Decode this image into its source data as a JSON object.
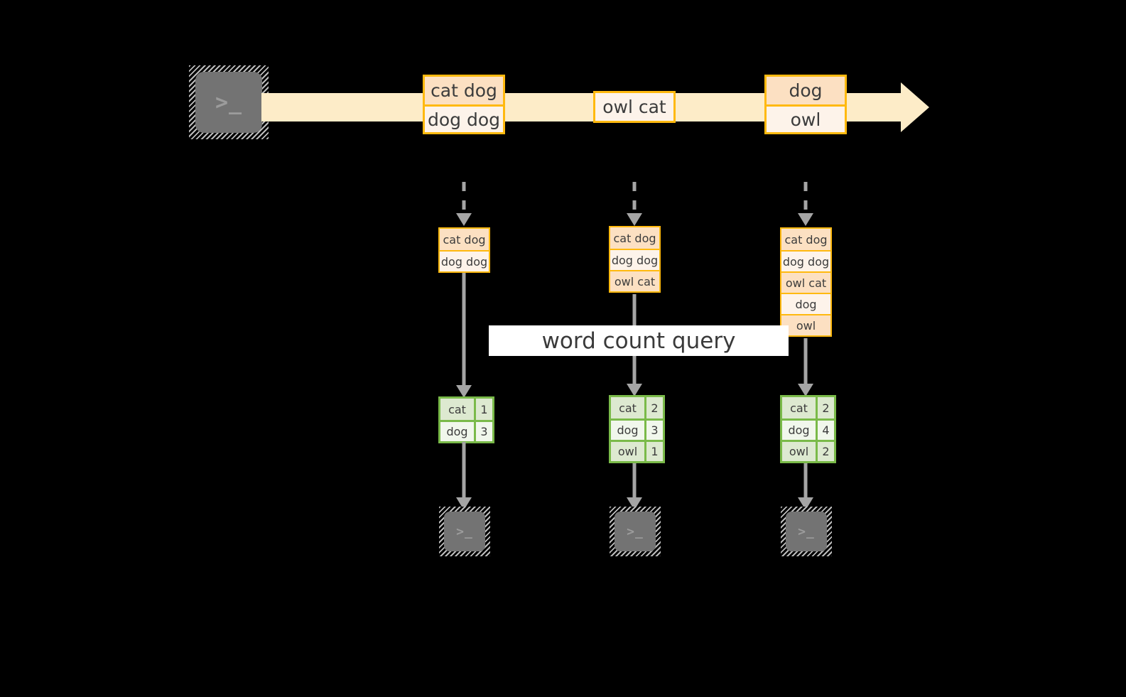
{
  "diagram": {
    "title": "word count query streaming diagram",
    "colors": {
      "background": "#000000",
      "stream_fill": "#fdecc8",
      "record_border": "#ffb90f",
      "record_fill_a": "#fce0c2",
      "record_fill_b": "#fdf3ea",
      "result_border": "#7aba49",
      "result_fill_a": "#dde9d0",
      "result_fill_b": "#f1f7ec",
      "arrow_gray": "#a5a5a5",
      "terminal_fill": "#737373",
      "query_band": "#ffffff"
    }
  },
  "source": {
    "icon": "terminal-icon",
    "glyph": ">_"
  },
  "stream": {
    "arrow": "stream-arrow-right",
    "events": [
      {
        "name": "event-1",
        "rows": [
          "cat dog",
          "dog dog"
        ]
      },
      {
        "name": "event-2",
        "rows": [
          "owl cat"
        ]
      },
      {
        "name": "event-3",
        "rows": [
          "dog",
          "owl"
        ]
      }
    ]
  },
  "query": {
    "label": "word count query"
  },
  "snapshots": [
    {
      "name": "snapshot-1",
      "input_rows": [
        "cat dog",
        "dog dog"
      ],
      "result": {
        "rows": [
          {
            "word": "cat",
            "count": "1"
          },
          {
            "word": "dog",
            "count": "3"
          }
        ]
      },
      "sink": {
        "icon": "terminal-icon",
        "glyph": ">_"
      }
    },
    {
      "name": "snapshot-2",
      "input_rows": [
        "cat dog",
        "dog dog",
        "owl cat"
      ],
      "result": {
        "rows": [
          {
            "word": "cat",
            "count": "2"
          },
          {
            "word": "dog",
            "count": "3"
          },
          {
            "word": "owl",
            "count": "1"
          }
        ]
      },
      "sink": {
        "icon": "terminal-icon",
        "glyph": ">_"
      }
    },
    {
      "name": "snapshot-3",
      "input_rows": [
        "cat dog",
        "dog dog",
        "owl cat",
        "dog",
        "owl"
      ],
      "result": {
        "rows": [
          {
            "word": "cat",
            "count": "2"
          },
          {
            "word": "dog",
            "count": "4"
          },
          {
            "word": "owl",
            "count": "2"
          }
        ]
      },
      "sink": {
        "icon": "terminal-icon",
        "glyph": ">_"
      }
    }
  ]
}
